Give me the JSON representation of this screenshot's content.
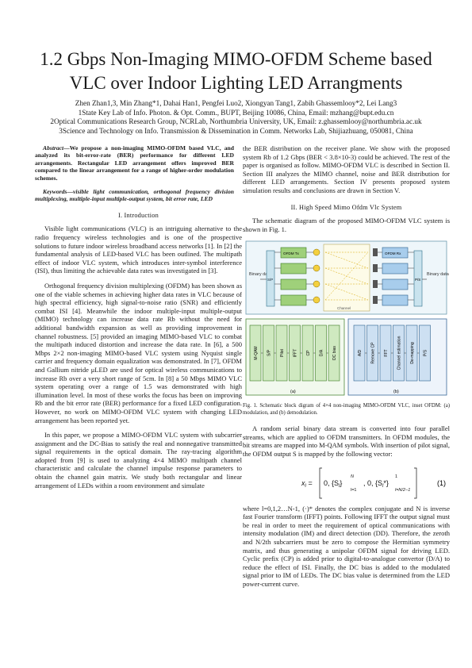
{
  "paper": {
    "title_line1": "1.2 Gbps Non-Imaging MIMO-OFDM Scheme based",
    "title_line2": "VLC over Indoor Lighting LED Arrangments",
    "authors": "Zhen Zhan1,3, Min Zhang*1, Dahai Han1, Pengfei Luo2, Xiongyan Tang1, Zabih Ghassemlooy*2, Lei Lang3",
    "affil1": "1State Key Lab of Info. Photon. & Opt. Comm., BUPT, Beijing 10086, China, Email: mzhang@bupt.edu.cn",
    "affil2": "2Optical Communications Research Group, NCRLab, Northumbria University, UK, Email: z.ghassemlooy@northumbria.ac.uk",
    "affil3": "3Science and Technology on Info. Transmission & Dissemination in Comm. Networks Lab, Shijiazhuang, 050081, China"
  },
  "left": {
    "abstract_label": "Abstract",
    "abstract": "—We propose a non-imaging MIMO-OFDM based VLC, and analyzed its bit-error-rate (BER) performance for different LED arrangements. Rectangular LED arrangement offers improved BER compared to the linear arrangement for a range of higher-order modulation schemes.",
    "keywords_label": "Keywords",
    "keywords": "—visible light communication, orthogonal frequency division multiplexing, multiple-input multiple-output system, bit error rate, LED",
    "sec1": "I.   Introduction",
    "p1": "Visible light communications (VLC) is an intriguing alternative to the radio frequency wireless technologies and is one of the prospective solutions to future indoor wireless broadband access networks [1]. In [2] the fundamental analysis of LED-based VLC has been outlined. The multipath effect of indoor VLC system, which introduces inter-symbol interference (ISI), thus limiting the achievable data rates was investigated in [3].",
    "p2": "Orthogonal frequency division multiplexing (OFDM) has been shown as one of the viable schemes in achieving higher data rates in VLC because of high spectral efficiency, high signal-to-noise ratio (SNR) and efficiently combat ISI [4]. Meanwhile the indoor multiple-input multiple-output (MIMO) technology can increase data rate Rb without the need for additional bandwidth expansion as well as providing improvement in channel robustness. [5] provided an imaging MIMO-based VLC to combat the multipath induced distortion and increase the data rate. In [6], a 500 Mbps 2×2 non-imaging MIMO-based VLC system using Nyquist single carrier and frequency domain equalization was demonstrated. In [7], OFDM and Gallium nitride μLED are used for optical wireless communications to increase Rb over a very short range of 5cm. In [8] a 50 Mbps MIMO VLC system operating over a range of 1.5 was demonstrated with high illumination level. In most of these works the focus has been on improving Rb and the bit error rate (BER) performance for a fixed LED configuration. However, no work on MIMO-OFDM VLC system with changing LED arrangement has been reported yet.",
    "p3": "In this paper, we propose a MIMO-OFDM VLC system with subcarrier assignment and the DC-Bias to satisfy the real and nonnegative transmitted signal requirements in the optical domain. The ray-tracing algorithm adopted from [9] is used to analyzing 4×4 MIMO multipath channel characteristic and calculate the channel impulse response parameters to obtain the channel gain matrix. We study both rectangular and linear arrangement of LEDs within a room environment and simulate"
  },
  "right": {
    "p0": "the BER distribution on the receiver plane. We show with the proposed system Rb of 1.2 Gbps (BER < 3.8×10-3) could be achieved. The rest of the paper is organised as follow. MIMO-OFDM VLC is described in Section II. Section III analyzes the MIMO channel, noise and BER distribution for different LED arrangements. Section IV presents proposed system simulation results and conclusions are drawn in Section V.",
    "sec2": "II.   High Speed Mimo Ofdm Vlc System",
    "p1": "The schematic diagram of the proposed MIMO-OFDM VLC system is shown in Fig. 1.",
    "fig_caption": "Fig. 1.  Schematic block digram of 4×4 non-imaging MIMO-OFDM VLC, inset OFDM: (a) modulation, and (b) demodulation.",
    "p2": "A random serial binary data stream is converted into four parallel streams, which are applied to OFDM transmitters. In OFDM modules, the bit streams are mapped into M-QAM symbols. With insertion of pilot signal, the OFDM output S is mapped by the following vector:",
    "eq_number": "(1)",
    "p3": "where l=0,1,2…N-1, (·)* denotes the complex conjugate and N is inverse fast Fourier transform (IFFT) points. Following IFFT the output signal must be real in order to meet the requirement of optical communications with intensity modulation (IM) and direct detection (DD). Therefore, the zeroth and N/2th subcarriers must be zero to compose the Hermitian symmetry matrix, and thus generating a unipolar OFDM signal for driving LED. Cyclic prefix (CP) is added prior to digital-to-analogue convertor (D/A) to reduce the effect of ISI. Finally, the DC bias is added to the modulated signal prior to IM of LEDs. The DC bias value is determined from the LED power-current curve."
  },
  "figure": {
    "input_label": "Binary data",
    "output_label": "Binary data",
    "sp_label": "S/P",
    "ps_label": "P/S",
    "ofdm_tx": "OFDM Tx",
    "ofdm_rx": "OFDM Rx",
    "channel_label": "Channel",
    "panel_a": "(a)",
    "panel_b": "(b)",
    "tx_blocks": [
      "M-QAM",
      "S/P",
      "Pilot",
      "IFFT",
      "CP",
      "D/A",
      "DC bias"
    ],
    "rx_blocks": [
      "A/D",
      "Remove CP",
      "FFT",
      "Channel estimation",
      "De-mapping",
      "P/S"
    ]
  }
}
